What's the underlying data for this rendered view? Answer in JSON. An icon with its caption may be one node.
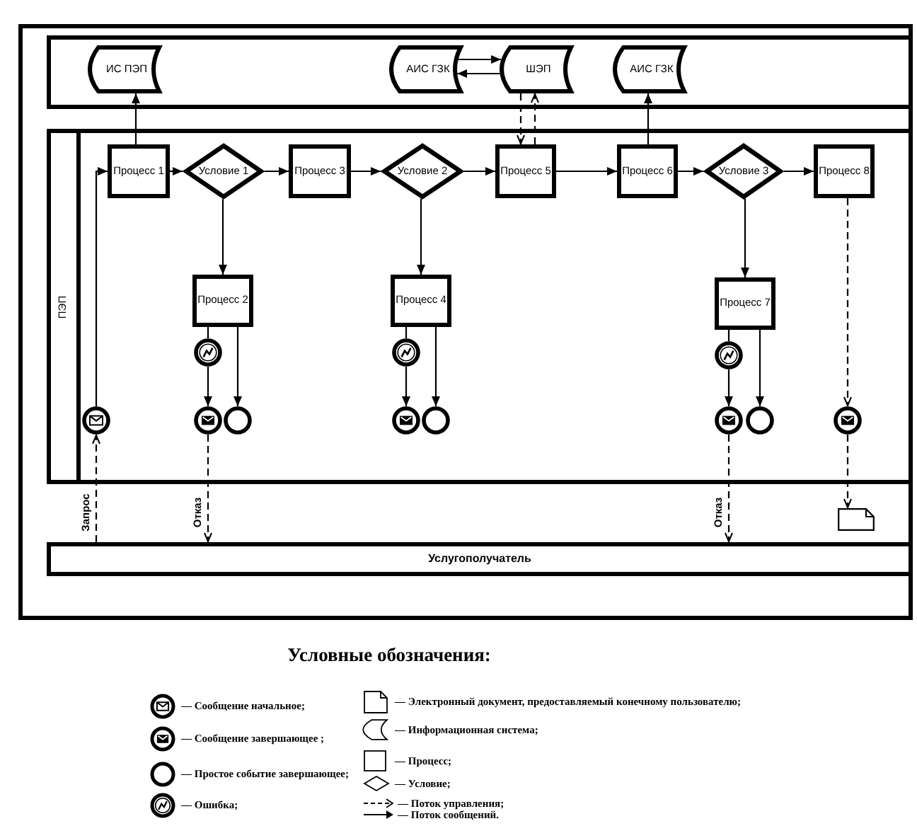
{
  "diagram": {
    "nodes": [
      {
        "text": [],
        "shape": "box"
      },
      {
        "text": [],
        "shape": "band",
        "in": 0
      },
      {
        "text": [
          "ИС ПЭП"
        ],
        "in": 1
      },
      {
        "text": [
          "АИС ГЗК"
        ],
        "in": 1
      },
      {
        "text": [
          "ШЭП"
        ],
        "in": 1
      },
      {
        "text": [
          "АИС ГЗК"
        ],
        "in": 1
      },
      {
        "text": [
          "ПЭП"
        ],
        "in": 0
      },
      {
        "text": [
          "Процесс 1"
        ],
        "in": 6
      },
      {
        "text": [
          "Условие 1"
        ],
        "in": 6
      },
      {
        "text": [
          "Процесс 3"
        ],
        "in": 6
      },
      {
        "text": [
          "Условие 2"
        ],
        "in": 6
      },
      {
        "text": [
          "Процесс 5"
        ],
        "in": 6
      },
      {
        "text": [
          "Процесс 6"
        ],
        "in": 6
      },
      {
        "text": [
          "Условие 3"
        ],
        "in": 6
      },
      {
        "text": [
          "Процесс 8"
        ],
        "in": 6
      },
      {
        "text": [
          "Процесс 2"
        ],
        "in": 6
      },
      {
        "text": [
          "Процесс 4"
        ],
        "in": 6
      },
      {
        "text": [
          "Процесс 7"
        ],
        "in": 6
      },
      {
        "text": [],
        "shape": "circle",
        "in": 6
      },
      {
        "text": [],
        "shape": "circle",
        "in": 6
      },
      {
        "text": [],
        "shape": "circle",
        "in": 6
      },
      {
        "text": [],
        "shape": "circle",
        "in": 6
      },
      {
        "text": [],
        "shape": "circle",
        "in": 6
      },
      {
        "text": [],
        "shape": "circle",
        "in": 6
      },
      {
        "text": [],
        "shape": "circle",
        "in": 6
      },
      {
        "text": [],
        "shape": "circle",
        "in": 6
      },
      {
        "text": [],
        "shape": "circle",
        "in": 6
      },
      {
        "text": [],
        "shape": "circle",
        "in": 6
      },
      {
        "text": [],
        "shape": "circle",
        "in": 6
      },
      {
        "text": [],
        "shape": "document",
        "in": 0
      },
      {
        "text": [
          "Услугополучатель"
        ],
        "in": 0
      }
    ],
    "edges": [
      {
        "from": 3,
        "to": 4,
        "arrow": "to"
      },
      {
        "from": 4,
        "to": 3,
        "arrow": "to"
      },
      {
        "from": 7,
        "to": 2,
        "arrow": "to"
      },
      {
        "from": 11,
        "to": 4,
        "arrow": "to",
        "style": "dashed"
      },
      {
        "from": 4,
        "to": 11,
        "arrow": "to",
        "style": "dashed"
      },
      {
        "from": 12,
        "to": 5,
        "arrow": "to"
      },
      {
        "from": 18,
        "to": 7,
        "arrow": "to"
      },
      {
        "from": 7,
        "to": 8,
        "arrow": "to"
      },
      {
        "from": 8,
        "to": 9,
        "arrow": "to"
      },
      {
        "from": 9,
        "to": 10,
        "arrow": "to"
      },
      {
        "from": 10,
        "to": 11,
        "arrow": "to"
      },
      {
        "from": 11,
        "to": 12,
        "arrow": "to"
      },
      {
        "from": 12,
        "to": 13,
        "arrow": "to"
      },
      {
        "from": 13,
        "to": 14,
        "arrow": "to"
      },
      {
        "from": 8,
        "to": 15,
        "arrow": "to"
      },
      {
        "from": 10,
        "to": 16,
        "arrow": "to"
      },
      {
        "from": 13,
        "to": 17,
        "arrow": "to"
      },
      {
        "from": 15,
        "to": 19,
        "arrow": "none"
      },
      {
        "from": 19,
        "to": 20,
        "arrow": "to"
      },
      {
        "from": 15,
        "to": 21,
        "arrow": "to"
      },
      {
        "from": 16,
        "to": 22,
        "arrow": "none"
      },
      {
        "from": 22,
        "to": 23,
        "arrow": "to"
      },
      {
        "from": 16,
        "to": 24,
        "arrow": "to"
      },
      {
        "from": 17,
        "to": 25,
        "arrow": "none"
      },
      {
        "from": 25,
        "to": 26,
        "arrow": "to"
      },
      {
        "from": 17,
        "to": 27,
        "arrow": "to"
      },
      {
        "from": 14,
        "to": 28,
        "arrow": "to",
        "style": "dashed"
      },
      {
        "from": 28,
        "to": 29,
        "arrow": "to",
        "style": "dashed"
      },
      {
        "from": 30,
        "to": 18,
        "arrow": "to",
        "style": "dashed",
        "label": "Запрос"
      },
      {
        "from": 20,
        "to": 30,
        "arrow": "to",
        "style": "dashed",
        "label": "Отказ"
      },
      {
        "from": 26,
        "to": 30,
        "arrow": "to",
        "style": "dashed",
        "label": "Отказ"
      }
    ],
    "labels": [
      "Условные обозначения:"
    ],
    "legend": [
      {
        "text": "— Сообщение начальное;"
      },
      {
        "text": "— Сообщение завершающее ;"
      },
      {
        "text": "— Простое событие завершающее;"
      },
      {
        "text": "— Ошибка;"
      },
      {
        "text": "— Электронный документ, предоставляемый конечному пользователю;"
      },
      {
        "text": "— Информационная система;"
      },
      {
        "text": "— Процесс;"
      },
      {
        "text": "— Условие;"
      },
      {
        "text": "— Поток управления;"
      },
      {
        "text": "— Поток сообщений."
      }
    ]
  }
}
